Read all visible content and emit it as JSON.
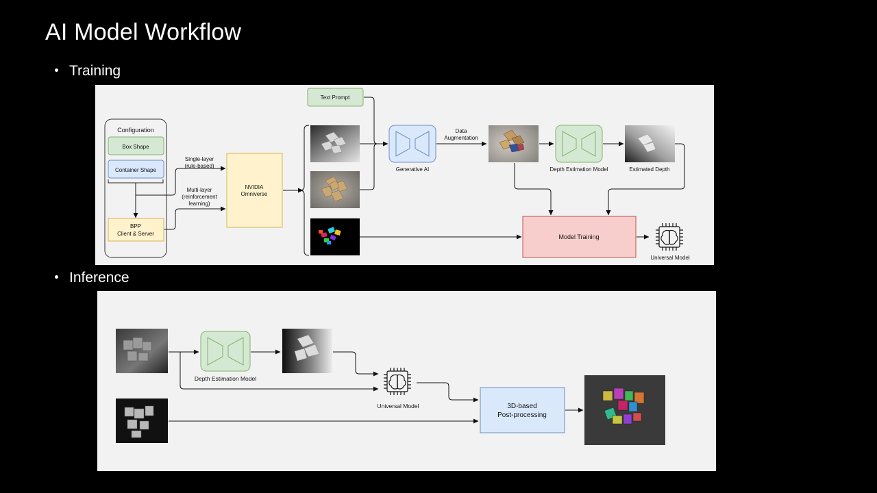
{
  "slide": {
    "title": "AI Model Workflow",
    "bullets": {
      "training": "Training",
      "inference": "Inference"
    }
  },
  "training": {
    "configuration": "Configuration",
    "box_shape": "Box Shape",
    "container_shape": "Container Shape",
    "bpp_line1": "BPP",
    "bpp_line2": "Client & Server",
    "single_layer_1": "Single-layer",
    "single_layer_2": "(rule-based)",
    "multi_layer_1": "Multi-layer",
    "multi_layer_2": "(reinforcement",
    "multi_layer_3": "learning)",
    "omniverse_1": "NVIDIA",
    "omniverse_2": "Omniverse",
    "text_prompt": "Text Prompt",
    "generative_ai": "Generative AI",
    "data_aug_1": "Data",
    "data_aug_2": "Augmentation",
    "depth_model": "Depth Estimation Model",
    "estimated_depth": "Estimated Depth",
    "model_training": "Model Training",
    "universal_model": "Universal Model"
  },
  "inference": {
    "depth_model": "Depth Estimation Model",
    "universal_model": "Universal Model",
    "post_1": "3D-based",
    "post_2": "Post-processing"
  },
  "colors": {
    "green_fill": "#d5e8d4",
    "green_stroke": "#82b366",
    "blue_fill": "#dae8fc",
    "blue_stroke": "#6c8ebf",
    "yellow_fill": "#fff2cc",
    "yellow_stroke": "#d6b656",
    "red_fill": "#f8cecc",
    "red_stroke": "#b85450"
  }
}
